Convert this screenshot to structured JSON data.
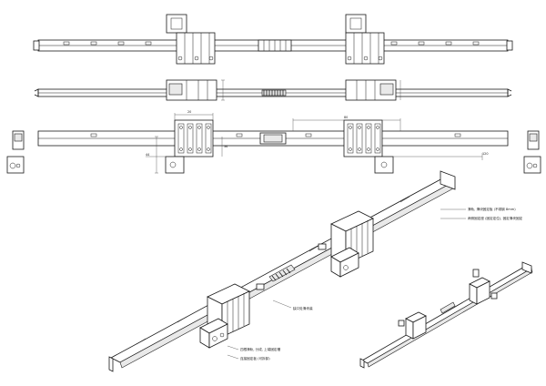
{
  "drawing": {
    "title": "",
    "annotations": [
      {
        "id": "note-1",
        "text": "滑轨, 滑块固定板 (不锈钢 8mm)"
      },
      {
        "id": "note-2",
        "text": "两侧固定座 (固定定位), 固定滑块固定"
      },
      {
        "id": "note-3",
        "text": "缺口处滑块装"
      },
      {
        "id": "note-4",
        "text": "四根滑轨, 分成, 上端固定槽"
      },
      {
        "id": "note-5",
        "text": "连接固定板 (可拆卸)"
      }
    ],
    "dimensions": [
      {
        "id": "dim-1",
        "text": "20"
      },
      {
        "id": "dim-2",
        "text": "80"
      },
      {
        "id": "dim-3",
        "text": "44"
      },
      {
        "id": "dim-4",
        "text": "120"
      },
      {
        "id": "dim-5",
        "text": "36"
      }
    ]
  }
}
